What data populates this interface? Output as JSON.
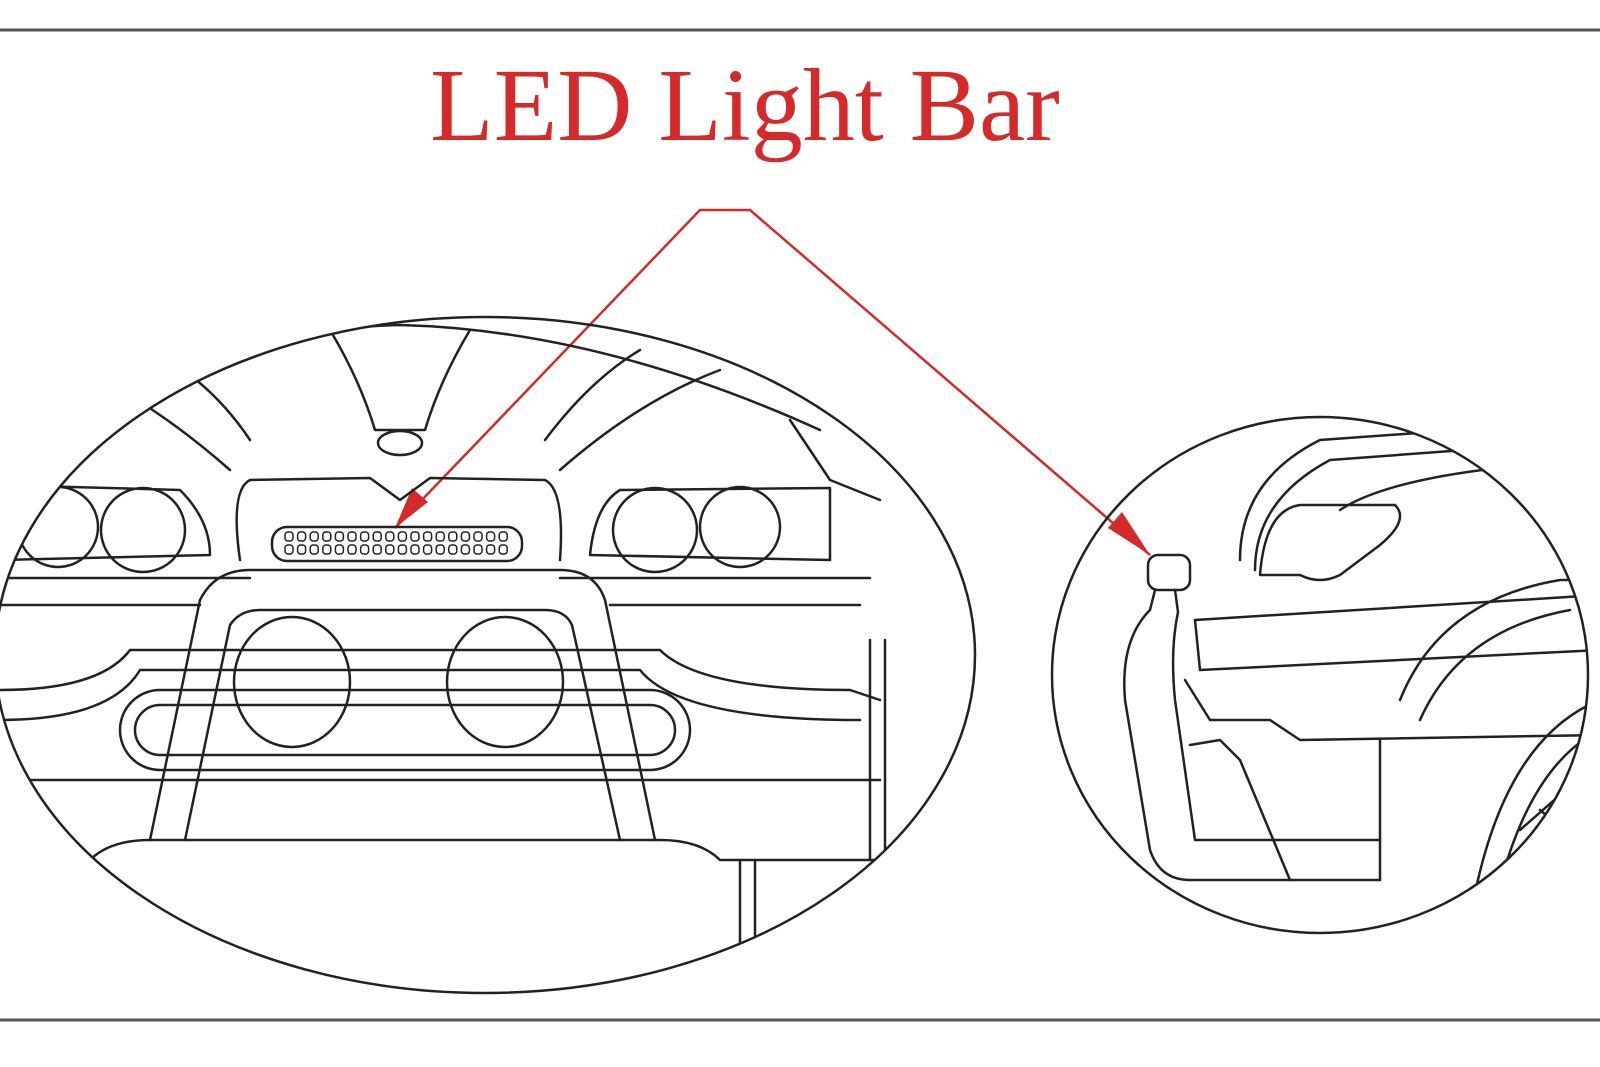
{
  "title": "LED Light Bar",
  "colors": {
    "title": "#d42a2a",
    "leader_lines": "#d42a2a",
    "line_art": "#222222",
    "frame": "#555555"
  },
  "figures": [
    {
      "name": "front-view",
      "description_visible": false
    },
    {
      "name": "side-view",
      "description_visible": false
    }
  ]
}
